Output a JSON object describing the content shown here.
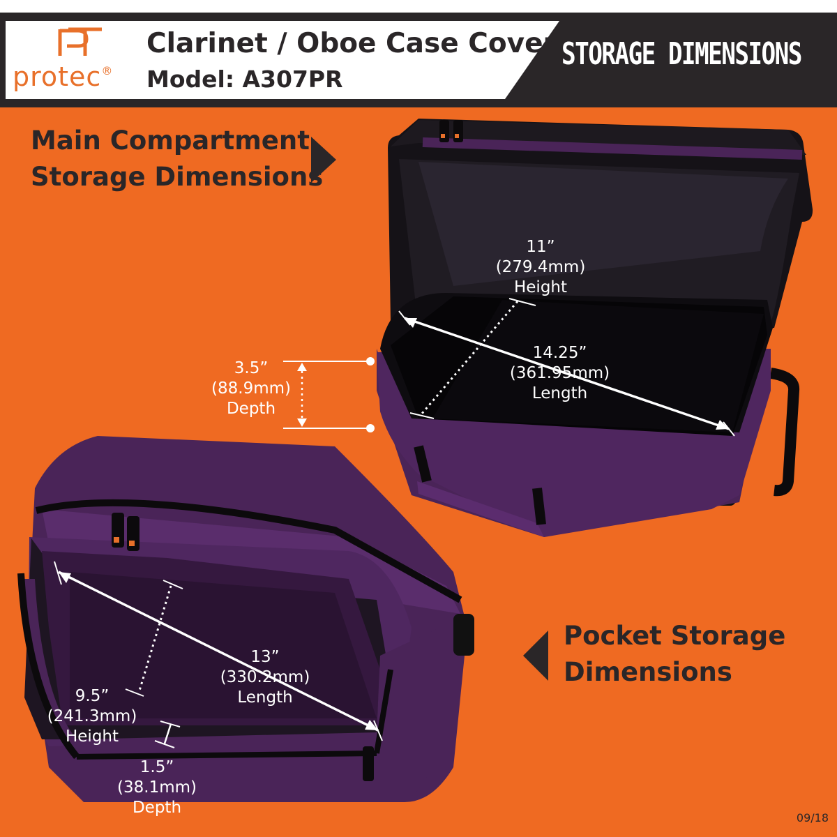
{
  "header": {
    "brand": "protec",
    "brand_mark": "®",
    "product_title": "Clarinet / Oboe Case Cover",
    "model": "Model: A307PR",
    "banner": "STORAGE DIMENSIONS"
  },
  "main_compartment": {
    "heading_line1": "Main Compartment",
    "heading_line2": "Storage Dimensions",
    "height": {
      "inches": "11”",
      "mm": "(279.4mm)",
      "label": "Height"
    },
    "length": {
      "inches": "14.25”",
      "mm": "(361.95mm)",
      "label": "Length"
    },
    "depth": {
      "inches": "3.5”",
      "mm": "(88.9mm)",
      "label": "Depth"
    }
  },
  "pocket": {
    "heading_line1": "Pocket Storage",
    "heading_line2": "Dimensions",
    "length": {
      "inches": "13”",
      "mm": "(330.2mm)",
      "label": "Length"
    },
    "height": {
      "inches": "9.5”",
      "mm": "(241.3mm)",
      "label": "Height"
    },
    "depth": {
      "inches": "1.5”",
      "mm": "(38.1mm)",
      "label": "Depth"
    }
  },
  "footer": {
    "date_code": "09/18"
  },
  "colors": {
    "orange": "#ef6a22",
    "dark": "#2a2628",
    "purple": "#4a2458",
    "purple_light": "#6a3a7e",
    "interior": "#0e0c10",
    "logo": "#e8702a"
  }
}
